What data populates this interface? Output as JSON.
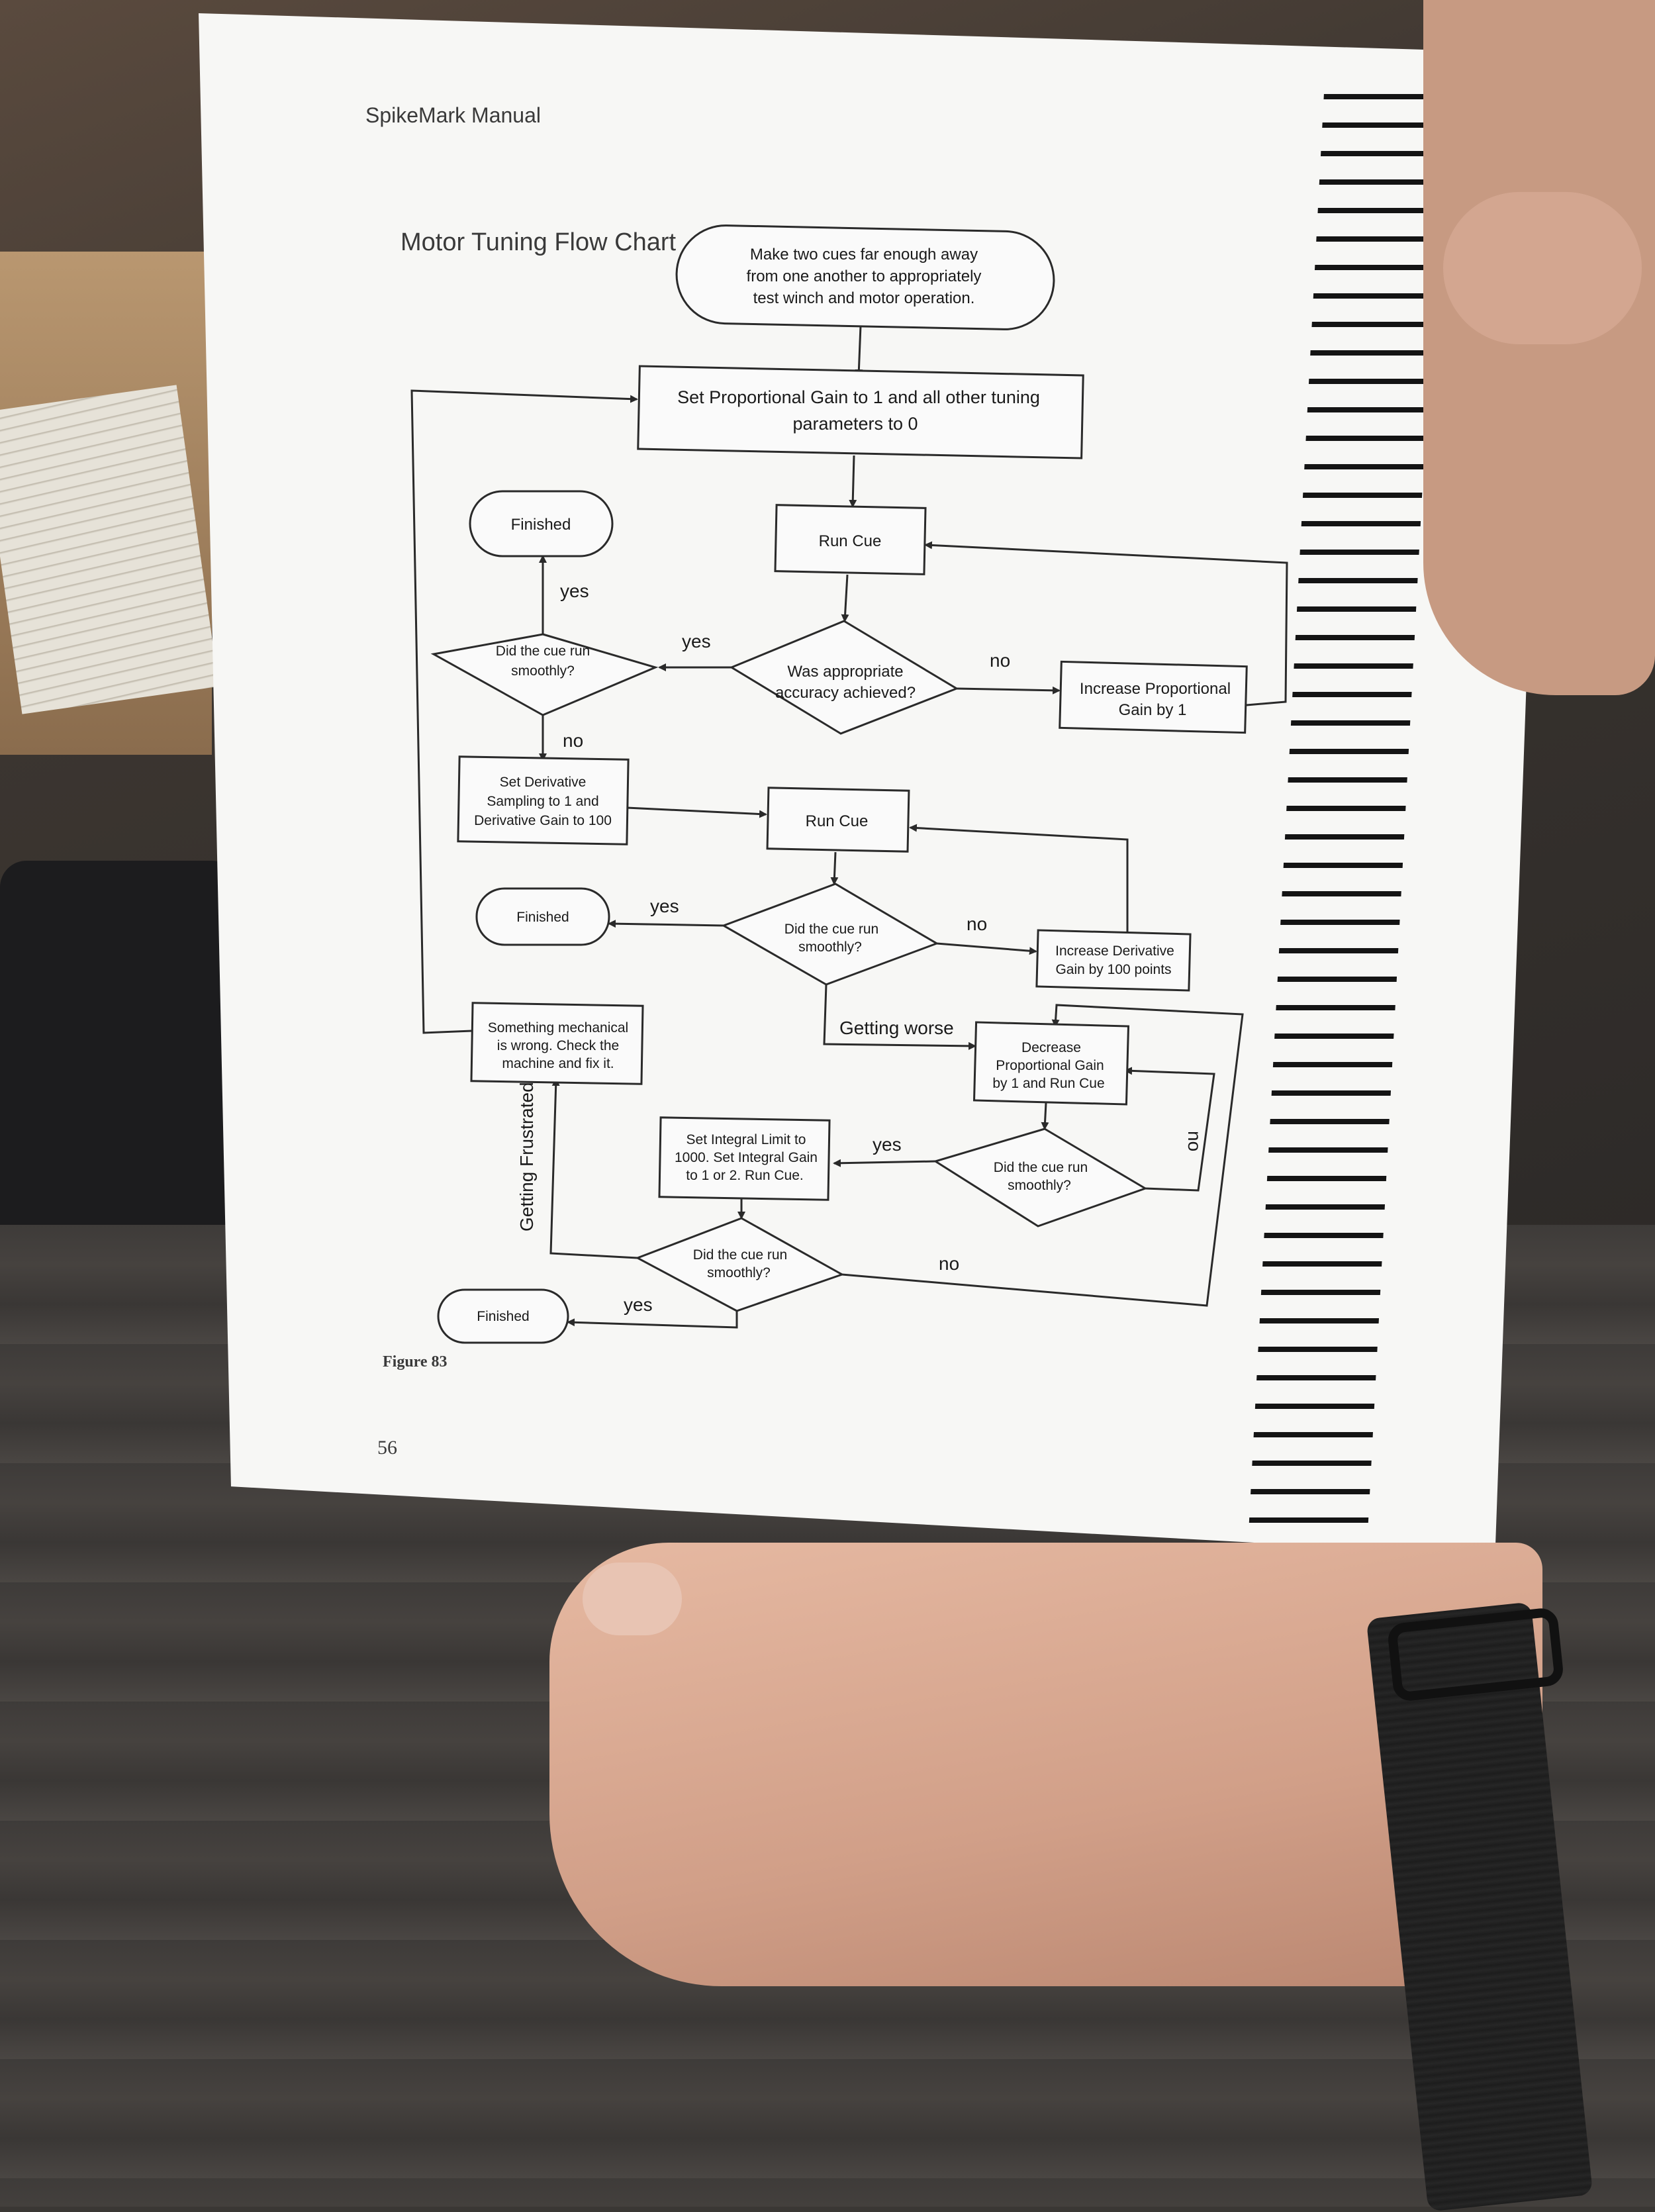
{
  "header": {
    "manual_title": "SpikeMark Manual",
    "chart_title": "Motor Tuning Flow Chart"
  },
  "footer": {
    "figure_label": "Figure 83",
    "page_number": "56"
  },
  "nodes": {
    "start": [
      "Make two cues far enough away",
      "from one another to appropriately",
      "test winch and motor operation."
    ],
    "set_prop": [
      "Set Proportional Gain to 1 and all other tuning",
      "parameters to 0"
    ],
    "run_cue_1": [
      "Run Cue"
    ],
    "accuracy": [
      "Was appropriate",
      "accuracy achieved?"
    ],
    "inc_prop": [
      "Increase Proportional",
      "Gain by 1"
    ],
    "smooth_1": [
      "Did the cue run",
      "smoothly?"
    ],
    "finished_1": [
      "Finished"
    ],
    "set_deriv": [
      "Set Derivative",
      "Sampling to 1 and",
      "Derivative Gain to 100"
    ],
    "run_cue_2": [
      "Run Cue"
    ],
    "smooth_2": [
      "Did the cue run",
      "smoothly?"
    ],
    "finished_2": [
      "Finished"
    ],
    "inc_deriv": [
      "Increase Derivative",
      "Gain by 100 points"
    ],
    "mechanical": [
      "Something mechanical",
      "is wrong.  Check the",
      "machine and fix it."
    ],
    "dec_prop": [
      "Decrease",
      "Proportional Gain",
      "by 1 and Run Cue"
    ],
    "smooth_3": [
      "Did the cue run",
      "smoothly?"
    ],
    "set_integral": [
      "Set Integral Limit to",
      "1000.  Set Integral Gain",
      "to 1 or 2. Run Cue."
    ],
    "smooth_4": [
      "Did the cue run",
      "smoothly?"
    ],
    "finished_3": [
      "Finished"
    ]
  },
  "edges": {
    "accuracy_yes": "yes",
    "accuracy_no": "no",
    "smooth1_yes": "yes",
    "smooth1_no": "no",
    "smooth2_yes": "yes",
    "smooth2_no": "no",
    "getting_worse": "Getting worse",
    "smooth3_yes": "yes",
    "smooth3_no": "no",
    "smooth4_yes": "yes",
    "smooth4_no": "no",
    "getting_frustrated": "Getting Frustrated"
  }
}
